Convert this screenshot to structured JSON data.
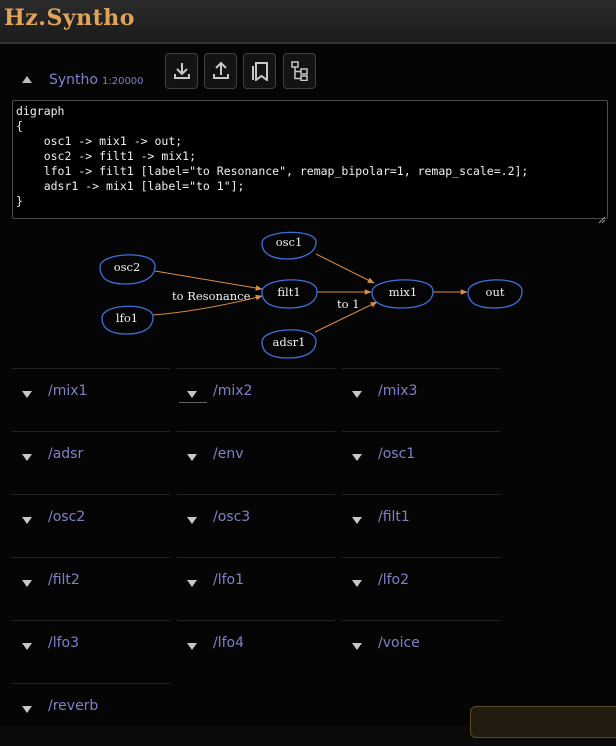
{
  "app": {
    "title": "Hz.Syntho"
  },
  "panel": {
    "label": "Syntho",
    "scale": "1:20000"
  },
  "toolbar": [
    {
      "name": "download-button",
      "icon": "download-icon"
    },
    {
      "name": "upload-button",
      "icon": "upload-icon"
    },
    {
      "name": "bookmark-button",
      "icon": "bookmark-icon"
    },
    {
      "name": "hierarchy-button",
      "icon": "hierarchy-icon"
    }
  ],
  "editor": {
    "code": "digraph\n{\n    osc1 -> mix1 -> out;\n    osc2 -> filt1 -> mix1;\n    lfo1 -> filt1 [label=\"to Resonance\", remap_bipolar=1, remap_scale=.2];\n    adsr1 -> mix1 [label=\"to 1\"];\n}"
  },
  "graph": {
    "nodes": {
      "osc1": "osc1",
      "osc2": "osc2",
      "lfo1": "lfo1",
      "filt1": "filt1",
      "adsr1": "adsr1",
      "mix1": "mix1",
      "out": "out"
    },
    "edge_labels": {
      "resonance": "to Resonance",
      "to1": "to 1"
    },
    "colors": {
      "node": "#3e6fd8",
      "edge": "#d98c48"
    }
  },
  "modules": [
    "/mix1",
    "/mix2",
    "/mix3",
    "/adsr",
    "/env",
    "/osc1",
    "/osc2",
    "/osc3",
    "/filt1",
    "/filt2",
    "/lfo1",
    "/lfo2",
    "/lfo3",
    "/lfo4",
    "/voice",
    "/reverb"
  ]
}
